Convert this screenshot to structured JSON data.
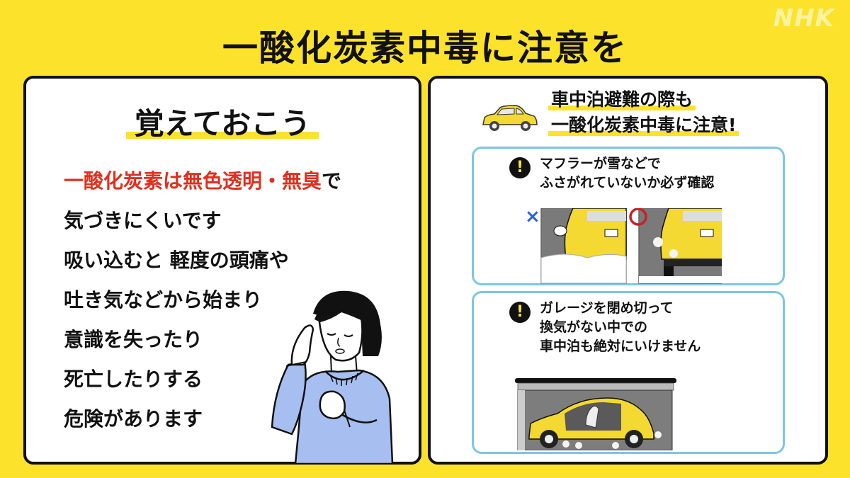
{
  "brand": {
    "logo": "NHK"
  },
  "title": "一酸化炭素中毒に注意を",
  "left_card": {
    "heading": "覚えておこう",
    "highlight_red": "一酸化炭素は無色透明・無臭",
    "highlight_tail": "で",
    "lines": [
      "気づきにくいです",
      "吸い込むと 軽度の頭痛や",
      "吐き気などから始まり",
      "意識を失ったり",
      "死亡したりする",
      "危険があります"
    ],
    "illustration": "woman-with-headache"
  },
  "right_card": {
    "heading_lines": [
      "車中泊避難の際も",
      "一酸化炭素中毒に注意!"
    ],
    "tips": [
      {
        "icon": "exclamation-icon",
        "lines": [
          "マフラーが雪などで",
          "ふさがれていないか必ず確認"
        ],
        "images": [
          {
            "mark": "×",
            "mark_color": "#2a62d8",
            "label": "muffler-blocked-by-snow"
          },
          {
            "mark": "○",
            "mark_color": "#c82026",
            "label": "muffler-clear"
          }
        ]
      },
      {
        "icon": "exclamation-icon",
        "lines": [
          "ガレージを閉め切って",
          "換気がない中での",
          "車中泊も絶対にいけません"
        ],
        "illustration": "car-in-closed-garage"
      }
    ]
  },
  "colors": {
    "background": "#fde22c",
    "accent_red": "#e0301e",
    "tip_border": "#7cc6e4",
    "car_yellow": "#f3d932",
    "sweater_blue": "#a7bff0"
  }
}
